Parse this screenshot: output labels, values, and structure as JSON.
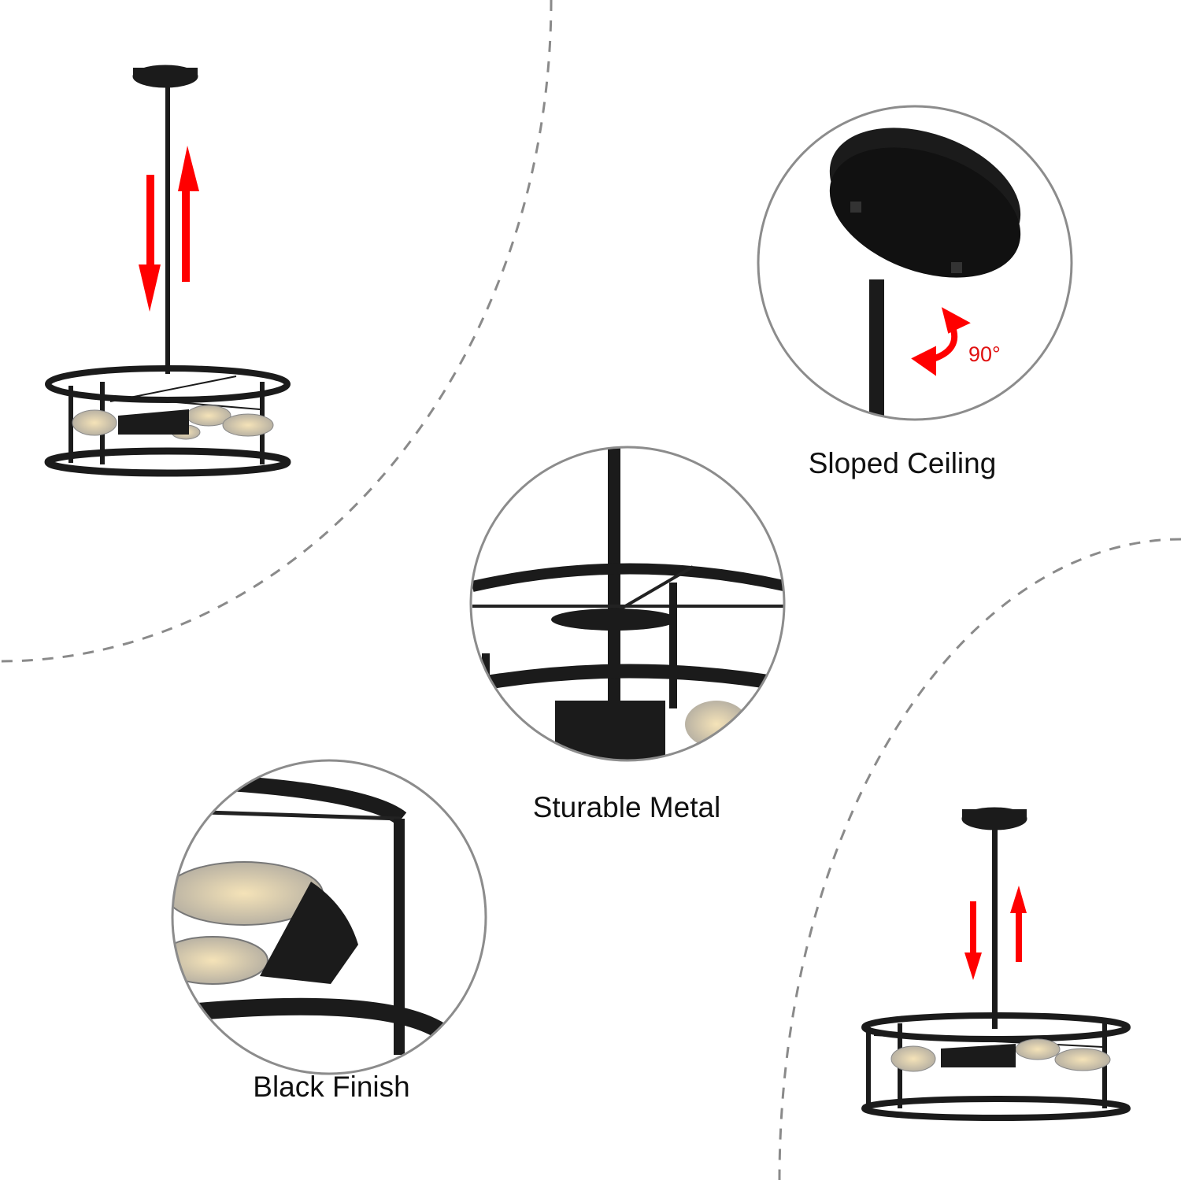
{
  "features": [
    {
      "label": "Sloped Ceiling",
      "annotation": "90°"
    },
    {
      "label": "Sturable Metal"
    },
    {
      "label": "Black Finish"
    }
  ],
  "colors": {
    "arrow": "#ff0000",
    "metal": "#1b1b1b",
    "divider": "#8a8a8a",
    "circle_border": "#8c8c8c"
  },
  "icons": [
    "adjustable-height-arrows-icon",
    "rotate-90-arrow-icon"
  ]
}
